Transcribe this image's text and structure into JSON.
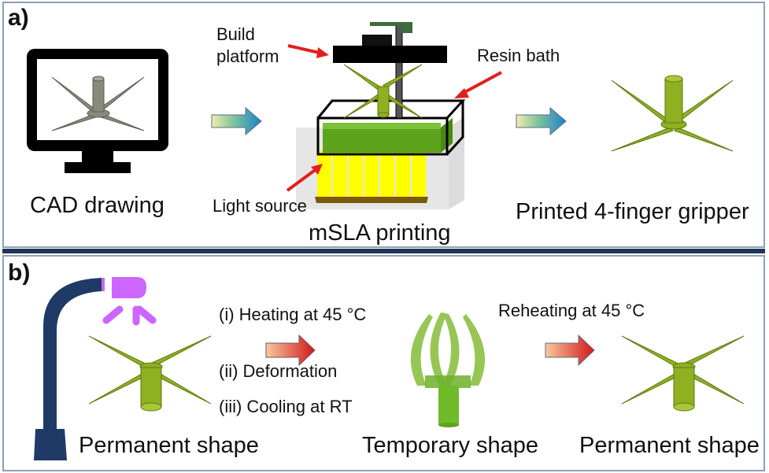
{
  "panel_a": {
    "tag": "a)",
    "steps": [
      {
        "caption": "CAD drawing"
      },
      {
        "caption": "mSLA printing"
      },
      {
        "caption": "Printed 4-finger gripper"
      }
    ],
    "annotations": {
      "build_platform": "Build\nplatform",
      "build_platform_line1": "Build",
      "build_platform_line2": "platform",
      "resin_bath": "Resin bath",
      "light_source": "Light source"
    }
  },
  "panel_b": {
    "tag": "b)",
    "steps_text": [
      "(i) Heating at 45 °C",
      "(ii) Deformation",
      "(iii) Cooling at RT"
    ],
    "reheating_text": "Reheating at 45 °C",
    "captions": [
      "Permanent shape",
      "Temporary shape",
      "Permanent shape"
    ]
  },
  "colors": {
    "gripper_green": "#8fb021",
    "cad_gray": "#8a8a7c",
    "lamp_navy": "#1f3a66",
    "uv_violet": "#cc66ff",
    "resin_green": "#5ea31c",
    "light_yellow": "#ffff00",
    "arrow_blue": "#2f86c8",
    "arrow_red": "#d62a2a",
    "pointer_red": "#e11f1f"
  }
}
